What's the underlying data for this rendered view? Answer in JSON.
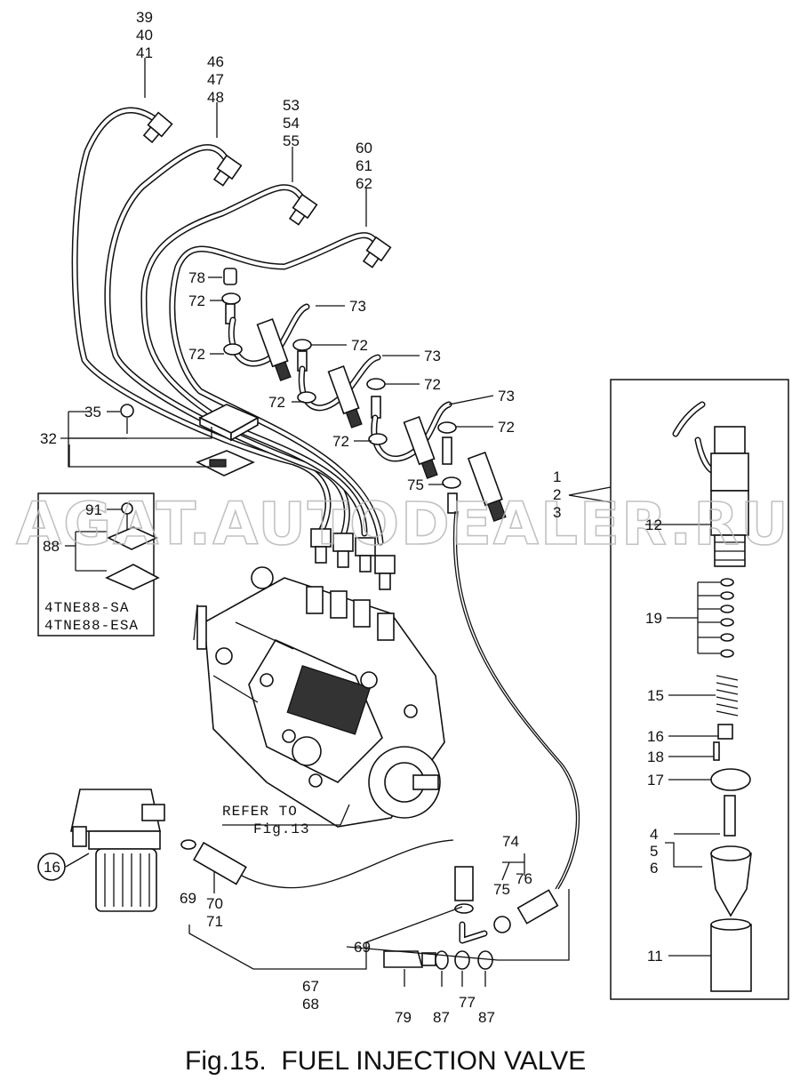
{
  "figure": {
    "caption": "Fig.15.  FUEL INJECTION VALVE",
    "watermark": "AGAT.AUTODEALER.RU",
    "refer_note": {
      "line1": "REFER TO",
      "line2": "Fig.13"
    }
  },
  "inset": {
    "model1": "4TNE88-SA",
    "model2": "4TNE88-ESA",
    "num91": "91",
    "num88": "88"
  },
  "callouts": {
    "c39_41": [
      "39",
      "40",
      "41"
    ],
    "c46_48": [
      "46",
      "47",
      "48"
    ],
    "c53_55": [
      "53",
      "54",
      "55"
    ],
    "c60_62": [
      "60",
      "61",
      "62"
    ],
    "c1_3": [
      "1",
      "2",
      "3"
    ],
    "c4_6": [
      "4",
      "5",
      "6"
    ],
    "c70_71": [
      "70",
      "71"
    ],
    "c67_68": [
      "67",
      "68"
    ],
    "n78": "78",
    "n72": "72",
    "n73": "73",
    "n75": "75",
    "n74": "74",
    "n76": "76",
    "n35": "35",
    "n32": "32",
    "n12": "12",
    "n19": "19",
    "n15": "15",
    "n16": "16",
    "n18": "18",
    "n17": "17",
    "n11": "11",
    "n69": "69",
    "n79": "79",
    "n87": "87",
    "n77": "77",
    "n16c": "16"
  }
}
